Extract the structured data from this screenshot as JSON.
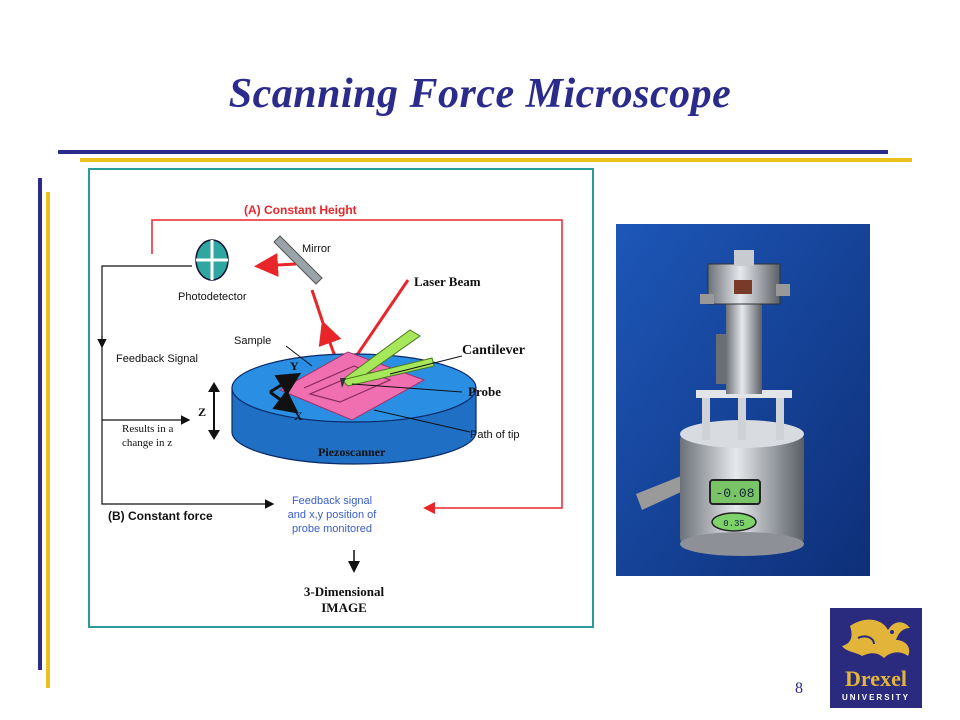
{
  "slide": {
    "title": "Scanning Force Microscope",
    "page_number": "8"
  },
  "diagram": {
    "label_constant_height": "(A) Constant Height",
    "label_mirror": "Mirror",
    "label_photodetector": "Photodetector",
    "label_laser_beam": "Laser Beam",
    "label_sample": "Sample",
    "label_cantilever": "Cantilever",
    "label_feedback_signal": "Feedback Signal",
    "label_probe": "Probe",
    "label_z": "Z",
    "label_y": "Y",
    "label_x": "X",
    "label_results_1": "Results in a",
    "label_results_2": "change in z",
    "label_path_of_tip": "Path of tip",
    "label_piezoscanner": "Piezoscanner",
    "label_constant_force": "(B) Constant force",
    "label_monitor_1": "Feedback signal",
    "label_monitor_2": "and x,y position of",
    "label_monitor_3": "probe monitored",
    "label_image_1": "3-Dimensional",
    "label_image_2": "IMAGE"
  },
  "photo": {
    "display_main": "-0.08",
    "display_small": "0.35"
  },
  "logo": {
    "wordmark": "Drexel",
    "subtext": "UNIVERSITY"
  },
  "colors": {
    "title": "#2b2b8c",
    "rule_blue": "#2b2b8c",
    "rule_gold": "#e8c21a",
    "frame": "#2a9b9b",
    "laser": "#e8262a",
    "feedback_blue": "#3a5fc8"
  }
}
